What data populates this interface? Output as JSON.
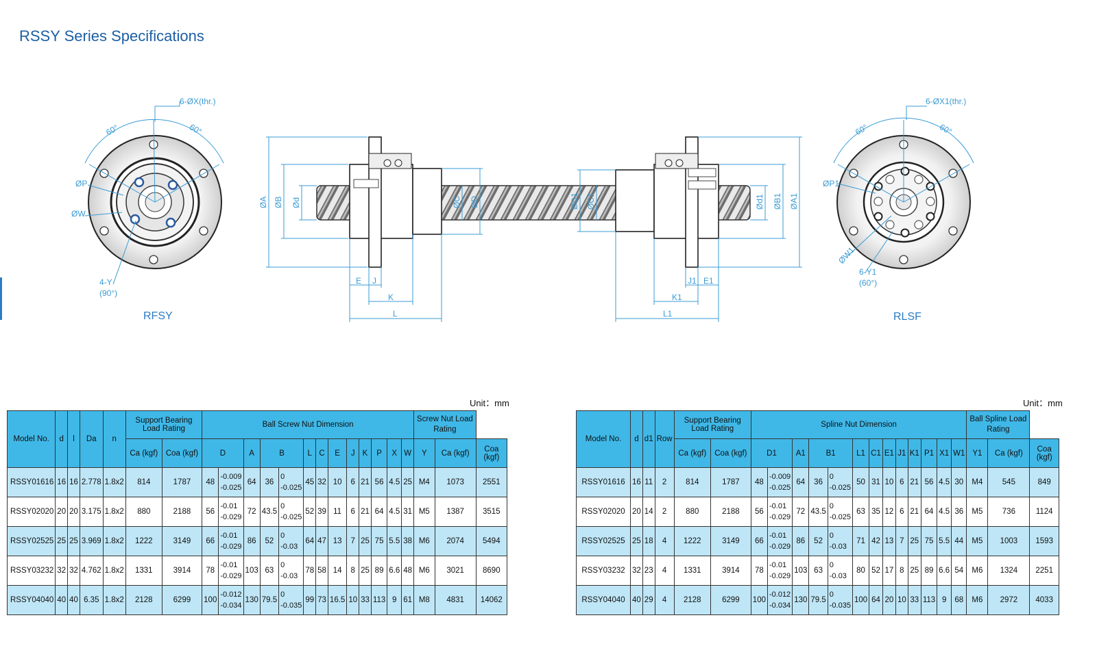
{
  "title": "RSSY Series Specifications",
  "labels": {
    "rfsy": "RFSY",
    "rlsf": "RLSF",
    "unit": "Unit：mm",
    "left_callouts": {
      "x": "6-ØX(thr.)",
      "a60a": "60°",
      "a60b": "60°",
      "p": "ØP",
      "w": "ØW",
      "y": "4-Y",
      "y90": "(90°)"
    },
    "right_callouts": {
      "x1": "6-ØX1(thr.)",
      "a60a": "60°",
      "a60b": "60°",
      "p1": "ØP1",
      "w1": "ØW1",
      "y1": "6-Y1",
      "y60": "(60°)"
    },
    "dims": {
      "a": "ØA",
      "b": "ØB",
      "d": "Ød",
      "c": "ØC",
      "dd": "ØD",
      "d1": "ØD1",
      "c1": "ØC1",
      "dd1": "Ød1",
      "b1": "ØB1",
      "a1": "ØA1",
      "e": "E",
      "j": "J",
      "k": "K",
      "l": "L",
      "j1": "J1",
      "e1": "E1",
      "k1": "K1",
      "l1": "L1"
    }
  },
  "table1": {
    "h": {
      "model": "Model No.",
      "d": "d",
      "l": "l",
      "da": "Da",
      "n": "n",
      "support": "Support Bearing Load Rating",
      "nut": "Ball Screw Nut Dimension",
      "screw": "Screw Nut Load Rating",
      "ca": "Ca (kgf)",
      "coa": "Coa (kgf)",
      "D": "D",
      "A": "A",
      "B": "B",
      "L": "L",
      "C": "C",
      "E": "E",
      "J": "J",
      "K": "K",
      "P": "P",
      "X": "X",
      "W": "W",
      "Y": "Y",
      "ca2": "Ca (kgf)",
      "coa2": "Coa (kgf)"
    },
    "rows": [
      {
        "model": "RSSY01616",
        "d": "16",
        "l": "16",
        "da": "2.778",
        "n": "1.8x2",
        "ca": "814",
        "coa": "1787",
        "D": "48",
        "Dt1": "-0.009",
        "Dt2": "-0.025",
        "A": "64",
        "B": "36",
        "Bt1": "0",
        "Bt2": "-0.025",
        "L": "45",
        "C": "32",
        "E": "10",
        "J": "6",
        "K": "21",
        "P": "56",
        "X": "4.5",
        "W": "25",
        "Y": "M4",
        "ca2": "1073",
        "coa2": "2551"
      },
      {
        "model": "RSSY02020",
        "d": "20",
        "l": "20",
        "da": "3.175",
        "n": "1.8x2",
        "ca": "880",
        "coa": "2188",
        "D": "56",
        "Dt1": "-0.01",
        "Dt2": "-0.029",
        "A": "72",
        "B": "43.5",
        "Bt1": "0",
        "Bt2": "-0.025",
        "L": "52",
        "C": "39",
        "E": "11",
        "J": "6",
        "K": "21",
        "P": "64",
        "X": "4.5",
        "W": "31",
        "Y": "M5",
        "ca2": "1387",
        "coa2": "3515"
      },
      {
        "model": "RSSY02525",
        "d": "25",
        "l": "25",
        "da": "3.969",
        "n": "1.8x2",
        "ca": "1222",
        "coa": "3149",
        "D": "66",
        "Dt1": "-0.01",
        "Dt2": "-0.029",
        "A": "86",
        "B": "52",
        "Bt1": "0",
        "Bt2": "-0.03",
        "L": "64",
        "C": "47",
        "E": "13",
        "J": "7",
        "K": "25",
        "P": "75",
        "X": "5.5",
        "W": "38",
        "Y": "M6",
        "ca2": "2074",
        "coa2": "5494"
      },
      {
        "model": "RSSY03232",
        "d": "32",
        "l": "32",
        "da": "4.762",
        "n": "1.8x2",
        "ca": "1331",
        "coa": "3914",
        "D": "78",
        "Dt1": "-0.01",
        "Dt2": "-0.029",
        "A": "103",
        "B": "63",
        "Bt1": "0",
        "Bt2": "-0.03",
        "L": "78",
        "C": "58",
        "E": "14",
        "J": "8",
        "K": "25",
        "P": "89",
        "X": "6.6",
        "W": "48",
        "Y": "M6",
        "ca2": "3021",
        "coa2": "8690"
      },
      {
        "model": "RSSY04040",
        "d": "40",
        "l": "40",
        "da": "6.35",
        "n": "1.8x2",
        "ca": "2128",
        "coa": "6299",
        "D": "100",
        "Dt1": "-0.012",
        "Dt2": "-0.034",
        "A": "130",
        "B": "79.5",
        "Bt1": "0",
        "Bt2": "-0.035",
        "L": "99",
        "C": "73",
        "E": "16.5",
        "J": "10",
        "K": "33",
        "P": "113",
        "X": "9",
        "W": "61",
        "Y": "M8",
        "ca2": "4831",
        "coa2": "14062"
      }
    ]
  },
  "table2": {
    "h": {
      "model": "Model No.",
      "d": "d",
      "d1": "d1",
      "row": "Row",
      "support": "Support Bearing Load Rating",
      "spline": "Spline Nut Dimension",
      "ball": "Ball Spline Load Rating",
      "ca": "Ca (kgf)",
      "coa": "Coa (kgf)",
      "D1": "D1",
      "A1": "A1",
      "B1": "B1",
      "L1": "L1",
      "C1": "C1",
      "E1": "E1",
      "J1": "J1",
      "K1": "K1",
      "P1": "P1",
      "X1": "X1",
      "W1": "W1",
      "Y1": "Y1",
      "ca2": "Ca (kgf)",
      "coa2": "Coa (kgf)"
    },
    "rows": [
      {
        "model": "RSSY01616",
        "d": "16",
        "d1": "11",
        "row": "2",
        "ca": "814",
        "coa": "1787",
        "D1": "48",
        "Dt1": "-0.009",
        "Dt2": "-0.025",
        "A1": "64",
        "B1": "36",
        "Bt1": "0",
        "Bt2": "-0.025",
        "L1": "50",
        "C1": "31",
        "E1": "10",
        "J1": "6",
        "K1": "21",
        "P1": "56",
        "X1": "4.5",
        "W1": "30",
        "Y1": "M4",
        "ca2": "545",
        "coa2": "849"
      },
      {
        "model": "RSSY02020",
        "d": "20",
        "d1": "14",
        "row": "2",
        "ca": "880",
        "coa": "2188",
        "D1": "56",
        "Dt1": "-0.01",
        "Dt2": "-0.029",
        "A1": "72",
        "B1": "43.5",
        "Bt1": "0",
        "Bt2": "-0.025",
        "L1": "63",
        "C1": "35",
        "E1": "12",
        "J1": "6",
        "K1": "21",
        "P1": "64",
        "X1": "4.5",
        "W1": "36",
        "Y1": "M5",
        "ca2": "736",
        "coa2": "1124"
      },
      {
        "model": "RSSY02525",
        "d": "25",
        "d1": "18",
        "row": "4",
        "ca": "1222",
        "coa": "3149",
        "D1": "66",
        "Dt1": "-0.01",
        "Dt2": "-0.029",
        "A1": "86",
        "B1": "52",
        "Bt1": "0",
        "Bt2": "-0.03",
        "L1": "71",
        "C1": "42",
        "E1": "13",
        "J1": "7",
        "K1": "25",
        "P1": "75",
        "X1": "5.5",
        "W1": "44",
        "Y1": "M5",
        "ca2": "1003",
        "coa2": "1593"
      },
      {
        "model": "RSSY03232",
        "d": "32",
        "d1": "23",
        "row": "4",
        "ca": "1331",
        "coa": "3914",
        "D1": "78",
        "Dt1": "-0.01",
        "Dt2": "-0.029",
        "A1": "103",
        "B1": "63",
        "Bt1": "0",
        "Bt2": "-0.03",
        "L1": "80",
        "C1": "52",
        "E1": "17",
        "J1": "8",
        "K1": "25",
        "P1": "89",
        "X1": "6.6",
        "W1": "54",
        "Y1": "M6",
        "ca2": "1324",
        "coa2": "2251"
      },
      {
        "model": "RSSY04040",
        "d": "40",
        "d1": "29",
        "row": "4",
        "ca": "2128",
        "coa": "6299",
        "D1": "100",
        "Dt1": "-0.012",
        "Dt2": "-0.034",
        "A1": "130",
        "B1": "79.5",
        "Bt1": "0",
        "Bt2": "-0.035",
        "L1": "100",
        "C1": "64",
        "E1": "20",
        "J1": "10",
        "K1": "33",
        "P1": "113",
        "X1": "9",
        "W1": "68",
        "Y1": "M6",
        "ca2": "2972",
        "coa2": "4033"
      }
    ]
  }
}
